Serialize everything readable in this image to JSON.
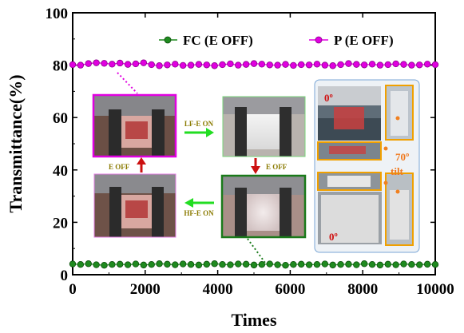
{
  "chart_data": {
    "type": "scatter",
    "xlabel": "Times",
    "ylabel": "Transmittance(%)",
    "xlim": [
      0,
      10000
    ],
    "ylim": [
      0,
      100
    ],
    "xticks": [
      0,
      2000,
      4000,
      6000,
      8000,
      10000
    ],
    "yticks": [
      0,
      20,
      40,
      60,
      80,
      100
    ],
    "legend_position": "top-right",
    "series": [
      {
        "name": "FC (E OFF)",
        "color": "#1f8a1f",
        "marker": "circle",
        "x": [
          0,
          217,
          435,
          652,
          870,
          1087,
          1304,
          1522,
          1739,
          1957,
          2174,
          2391,
          2609,
          2826,
          3043,
          3261,
          3478,
          3696,
          3913,
          4130,
          4348,
          4565,
          4783,
          5000,
          5217,
          5435,
          5652,
          5870,
          6087,
          6304,
          6522,
          6739,
          6957,
          7174,
          7391,
          7609,
          7826,
          8043,
          8261,
          8478,
          8696,
          8913,
          9130,
          9348,
          9565,
          9783,
          10000
        ],
        "values": [
          4.1,
          3.9,
          4.2,
          3.8,
          3.6,
          3.9,
          4.0,
          3.8,
          4.1,
          3.7,
          3.9,
          4.2,
          4.0,
          3.8,
          4.1,
          3.9,
          3.7,
          4.0,
          4.2,
          3.9,
          3.8,
          4.1,
          4.0,
          3.7,
          3.9,
          4.1,
          3.8,
          3.6,
          3.9,
          4.0,
          3.8,
          3.9,
          4.1,
          3.7,
          3.9,
          4.0,
          3.8,
          4.2,
          3.9,
          3.7,
          4.0,
          3.8,
          4.1,
          3.9,
          3.8,
          4.0,
          3.9
        ]
      },
      {
        "name": "P (E OFF)",
        "color": "#e000e0",
        "marker": "circle",
        "x": [
          0,
          217,
          435,
          652,
          870,
          1087,
          1304,
          1522,
          1739,
          1957,
          2174,
          2391,
          2609,
          2826,
          3043,
          3261,
          3478,
          3696,
          3913,
          4130,
          4348,
          4565,
          4783,
          5000,
          5217,
          5435,
          5652,
          5870,
          6087,
          6304,
          6522,
          6739,
          6957,
          7174,
          7391,
          7609,
          7826,
          8043,
          8261,
          8478,
          8696,
          8913,
          9130,
          9348,
          9565,
          9783,
          10000
        ],
        "values": [
          80.2,
          80.0,
          80.6,
          80.9,
          80.7,
          80.4,
          80.8,
          80.3,
          80.5,
          80.9,
          80.2,
          79.8,
          80.1,
          80.4,
          79.9,
          80.0,
          80.3,
          80.1,
          79.8,
          80.2,
          80.5,
          80.0,
          80.3,
          80.6,
          80.4,
          80.1,
          80.0,
          80.3,
          79.9,
          80.2,
          80.1,
          80.4,
          80.0,
          79.8,
          80.2,
          80.6,
          80.3,
          80.1,
          80.4,
          80.0,
          80.2,
          80.5,
          80.3,
          80.0,
          80.1,
          80.4,
          80.2
        ]
      }
    ],
    "annotations": {
      "lf_label": "LF-E ON",
      "hf_label": "HF-E ON",
      "eoff_left": "E OFF",
      "eoff_right": "E OFF",
      "angle_top": "0º",
      "angle_bottom": "0º",
      "tilt_value": "70º",
      "tilt_word": "tilt"
    }
  },
  "colors": {
    "green_arrow": "#22dd22",
    "red_arrow": "#cc1010",
    "magenta_frame": "#e000e0",
    "dark_green_frame": "#1a7a1a",
    "light_green_frame": "#7ad47a",
    "orange_frame": "#f0a000",
    "inset_border": "#7aa6d6"
  }
}
